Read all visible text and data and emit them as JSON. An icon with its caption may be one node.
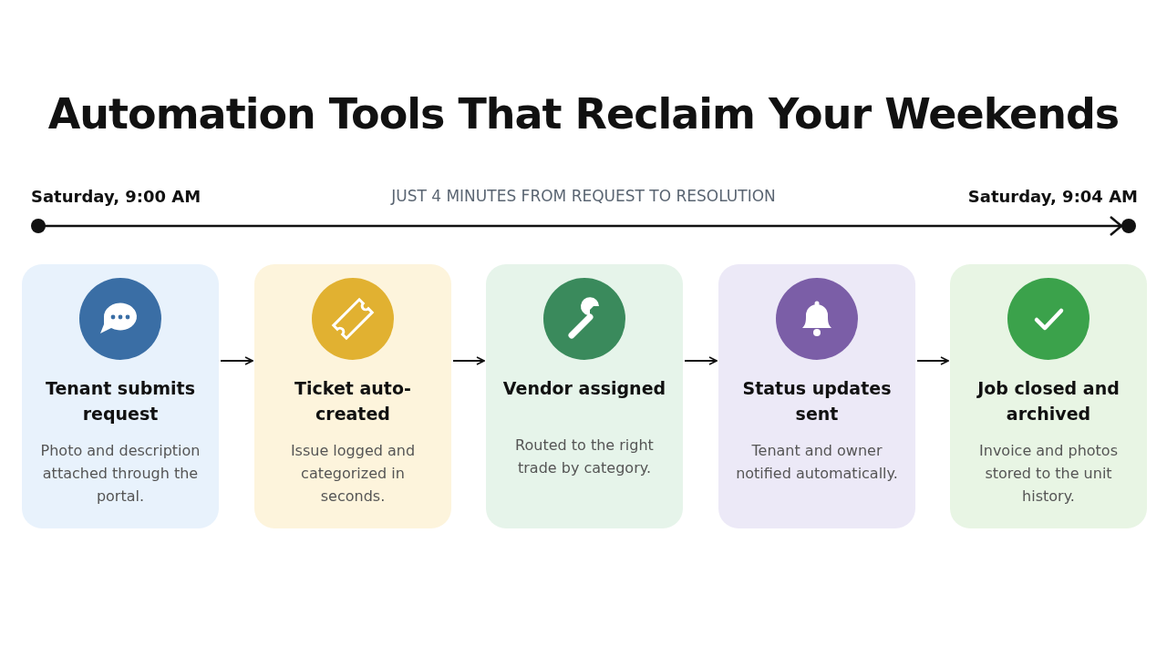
{
  "diagram": {
    "title": "Automation Tools That Reclaim Your Weekends",
    "nodes": [
      {
        "text": [
          "Tenant submits request",
          "Photo and description attached through the portal."
        ]
      },
      {
        "text": [
          "Ticket auto-created",
          "Issue logged and categorized in seconds."
        ]
      },
      {
        "text": [
          "Vendor assigned",
          "Routed to the right trade by category."
        ]
      },
      {
        "text": [
          "Status updates sent",
          "Tenant and owner notified automatically."
        ]
      },
      {
        "text": [
          "Job closed and archived",
          "Invoice and photos stored to the unit history."
        ]
      }
    ],
    "edges": [
      {
        "from": 0,
        "to": 1,
        "arrow": "to"
      },
      {
        "from": 1,
        "to": 2,
        "arrow": "to"
      },
      {
        "from": 2,
        "to": 3,
        "arrow": "to"
      },
      {
        "from": 3,
        "to": 4,
        "arrow": "to"
      }
    ],
    "labels": [
      "Saturday, 9:00 AM",
      "JUST 4 MINUTES FROM REQUEST TO RESOLUTION",
      "Saturday, 9:04 AM"
    ]
  }
}
